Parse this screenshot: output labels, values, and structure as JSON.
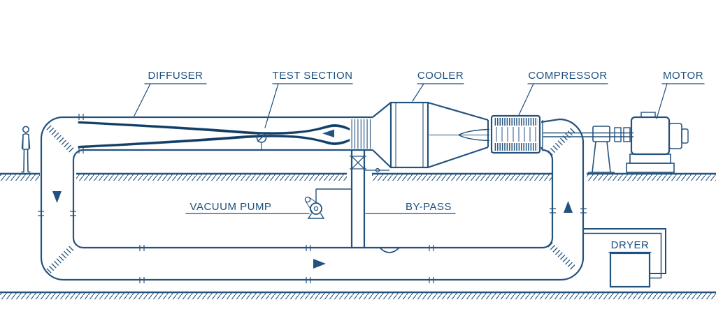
{
  "labels": {
    "diffuser": "DIFFUSER",
    "test_section": "TEST SECTION",
    "cooler": "COOLER",
    "compressor": "COMPRESSOR",
    "motor": "MOTOR",
    "vacuum_pump": "VACUUM PUMP",
    "bypass": "BY-PASS",
    "dryer": "DRYER"
  },
  "colors": {
    "line": "#24527e",
    "label": "#1d4e7c",
    "dark-fill": "#123a5e",
    "background": "#ffffff"
  }
}
